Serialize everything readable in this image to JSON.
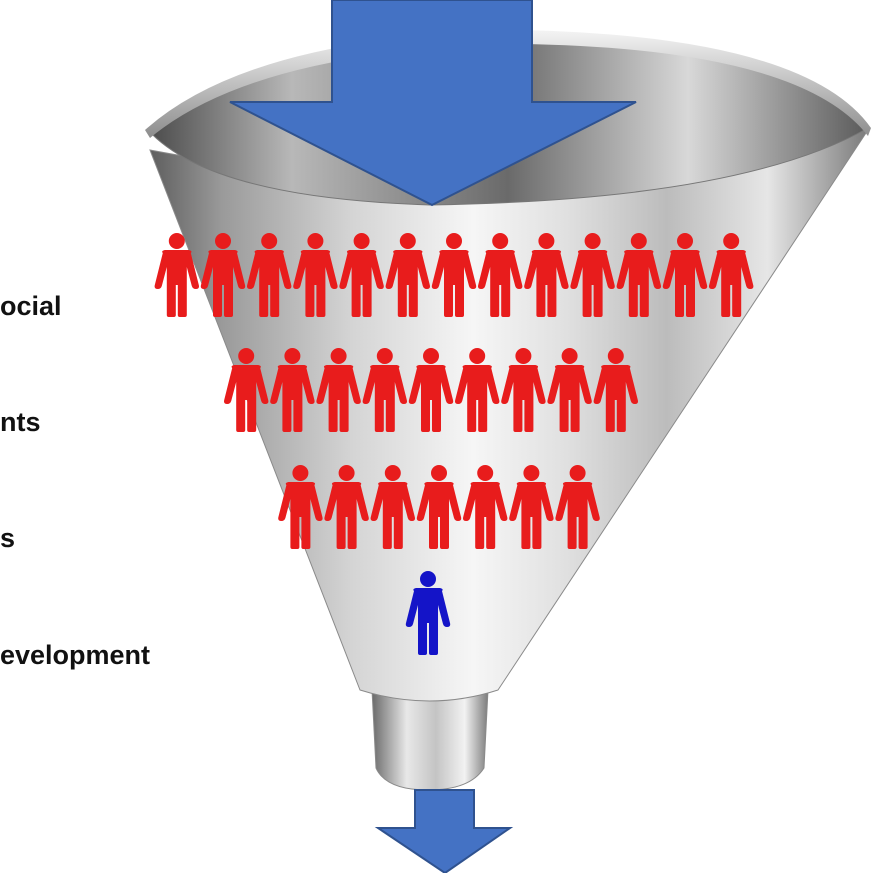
{
  "labels": [
    {
      "text": "ocial"
    },
    {
      "text": "nts"
    },
    {
      "text": "s"
    },
    {
      "text": "evelopment"
    }
  ],
  "funnel": {
    "rows": [
      {
        "count": 13,
        "color": "#e81c1c"
      },
      {
        "count": 9,
        "color": "#e81c1c"
      },
      {
        "count": 7,
        "color": "#e81c1c"
      },
      {
        "count": 1,
        "color": "#1414c8"
      }
    ]
  },
  "colors": {
    "arrow": "#4472c4",
    "arrow_outline": "#2f528f"
  },
  "icons": [
    "funnel-icon",
    "person-icon",
    "arrow-down-icon"
  ]
}
